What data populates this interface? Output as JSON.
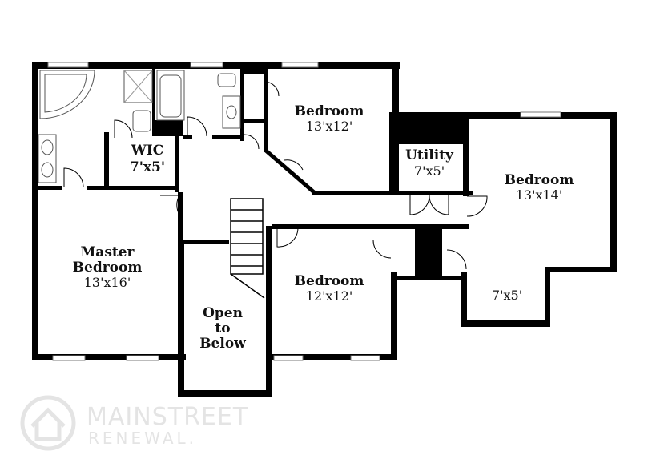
{
  "rooms": [
    {
      "id": "wic",
      "name": "WIC",
      "size": "7'x5'"
    },
    {
      "id": "bedroom-top",
      "name": "Bedroom",
      "size": "13'x12'"
    },
    {
      "id": "utility",
      "name": "Utility",
      "size": "7'x5'"
    },
    {
      "id": "bedroom-right",
      "name": "Bedroom",
      "size": "13'x14'"
    },
    {
      "id": "master",
      "name_lines": [
        "Master",
        "Bedroom"
      ],
      "size": "13'x16'"
    },
    {
      "id": "open-below",
      "name_lines": [
        "Open",
        "to",
        "Below"
      ]
    },
    {
      "id": "bedroom-center",
      "name": "Bedroom",
      "size": "12'x12'"
    },
    {
      "id": "closet-right",
      "size": "7'x5'"
    }
  ],
  "logo": {
    "line1": "MAINSTREET",
    "line2": "RENEWAL."
  },
  "colors": {
    "wall": "#000000",
    "background": "#ffffff",
    "logo": "#e4e4e4"
  }
}
